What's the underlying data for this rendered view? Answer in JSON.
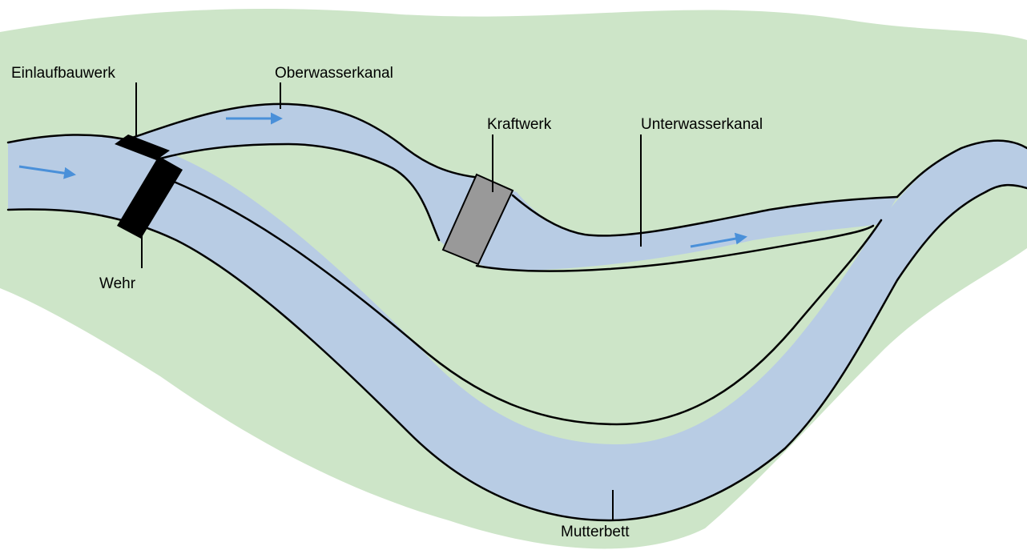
{
  "labels": {
    "einlaufbauwerk": "Einlaufbauwerk",
    "oberwasserkanal": "Oberwasserkanal",
    "kraftwerk": "Kraftwerk",
    "unterwasserkanal": "Unterwasserkanal",
    "wehr": "Wehr",
    "mutterbett": "Mutterbett"
  },
  "colors": {
    "land": "#cde5c8",
    "water": "#b8cce4",
    "arrow": "#4a90d9",
    "weir": "#000000",
    "powerhouse": "#999999"
  },
  "icons": {
    "flow": "flow-arrow-icon"
  }
}
